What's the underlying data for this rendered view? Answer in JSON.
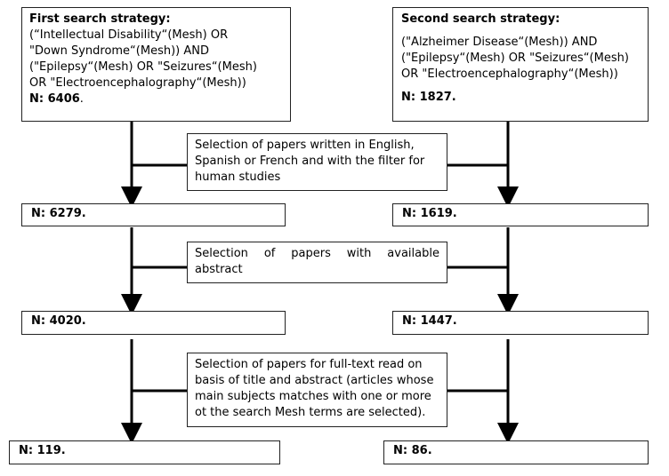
{
  "first_strategy": {
    "title": "First search strategy:",
    "line1": "(“Intellectual Disability“(Mesh) OR",
    "line2": "\"Down Syndrome“(Mesh)) AND",
    "line3": "(\"Epilepsy“(Mesh) OR \"Seizures“(Mesh)",
    "line4": "OR \"Electroencephalography“(Mesh))",
    "count_label": "N: 6406",
    "count_suffix": "."
  },
  "second_strategy": {
    "title": "Second search strategy:",
    "line1": "(\"Alzheimer Disease“(Mesh)) AND",
    "line2": "(\"Epilepsy“(Mesh) OR \"Seizures“(Mesh)",
    "line3": "OR \"Electroencephalography“(Mesh))",
    "count_label": "N: 1827."
  },
  "filters": {
    "language": {
      "line1": "Selection of papers written in English,",
      "line2": "Spanish or French and with the filter for",
      "line3": "human studies"
    },
    "abstract": {
      "line1": "Selection of papers with available",
      "line2": "abstract"
    },
    "fulltext": {
      "line1": "Selection of papers for full-text read on",
      "line2": "basis of title and abstract (articles whose",
      "line3": "main subjects matches with one or more",
      "line4": "ot the search Mesh terms are selected)."
    }
  },
  "counts": {
    "left_step2": "N: 6279.",
    "right_step2": "N: 1619.",
    "left_step3": "N: 4020.",
    "right_step3": "N: 1447.",
    "left_final": "N: 119.",
    "right_final": "N: 86."
  }
}
